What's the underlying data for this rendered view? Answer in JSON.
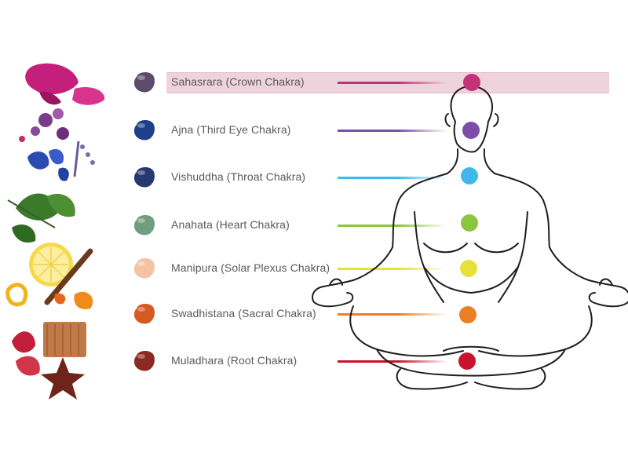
{
  "chakras": [
    {
      "label": "Sahasrara (Crown Chakra)",
      "color": "#c2327a",
      "stone_color": "#5e4a6b",
      "highlighted": true
    },
    {
      "label": "Ajna (Third Eye Chakra)",
      "color": "#7b4ea8",
      "stone_color": "#1f3f8a",
      "highlighted": false
    },
    {
      "label": "Vishuddha (Throat Chakra)",
      "color": "#3fb9ec",
      "stone_color": "#26396f",
      "highlighted": false
    },
    {
      "label": "Anahata (Heart Chakra)",
      "color": "#8cc63f",
      "stone_color": "#6f9e7e",
      "highlighted": false
    },
    {
      "label": "Manipura (Solar Plexus Chakra)",
      "color": "#e6e03a",
      "stone_color": "#f4c3a6",
      "highlighted": false
    },
    {
      "label": "Swadhistana (Sacral Chakra)",
      "color": "#ea7f23",
      "stone_color": "#d45a22",
      "highlighted": false
    },
    {
      "label": "Muladhara (Root Chakra)",
      "color": "#c8132e",
      "stone_color": "#8a2a22",
      "highlighted": false
    }
  ],
  "figure": {
    "outline_color": "#1e1e1e",
    "icon": "meditating-person-outline-icon"
  },
  "decor": {
    "icon": "flowers-herbs-spices-column-icon",
    "highlight_color": "#eed3dd"
  }
}
